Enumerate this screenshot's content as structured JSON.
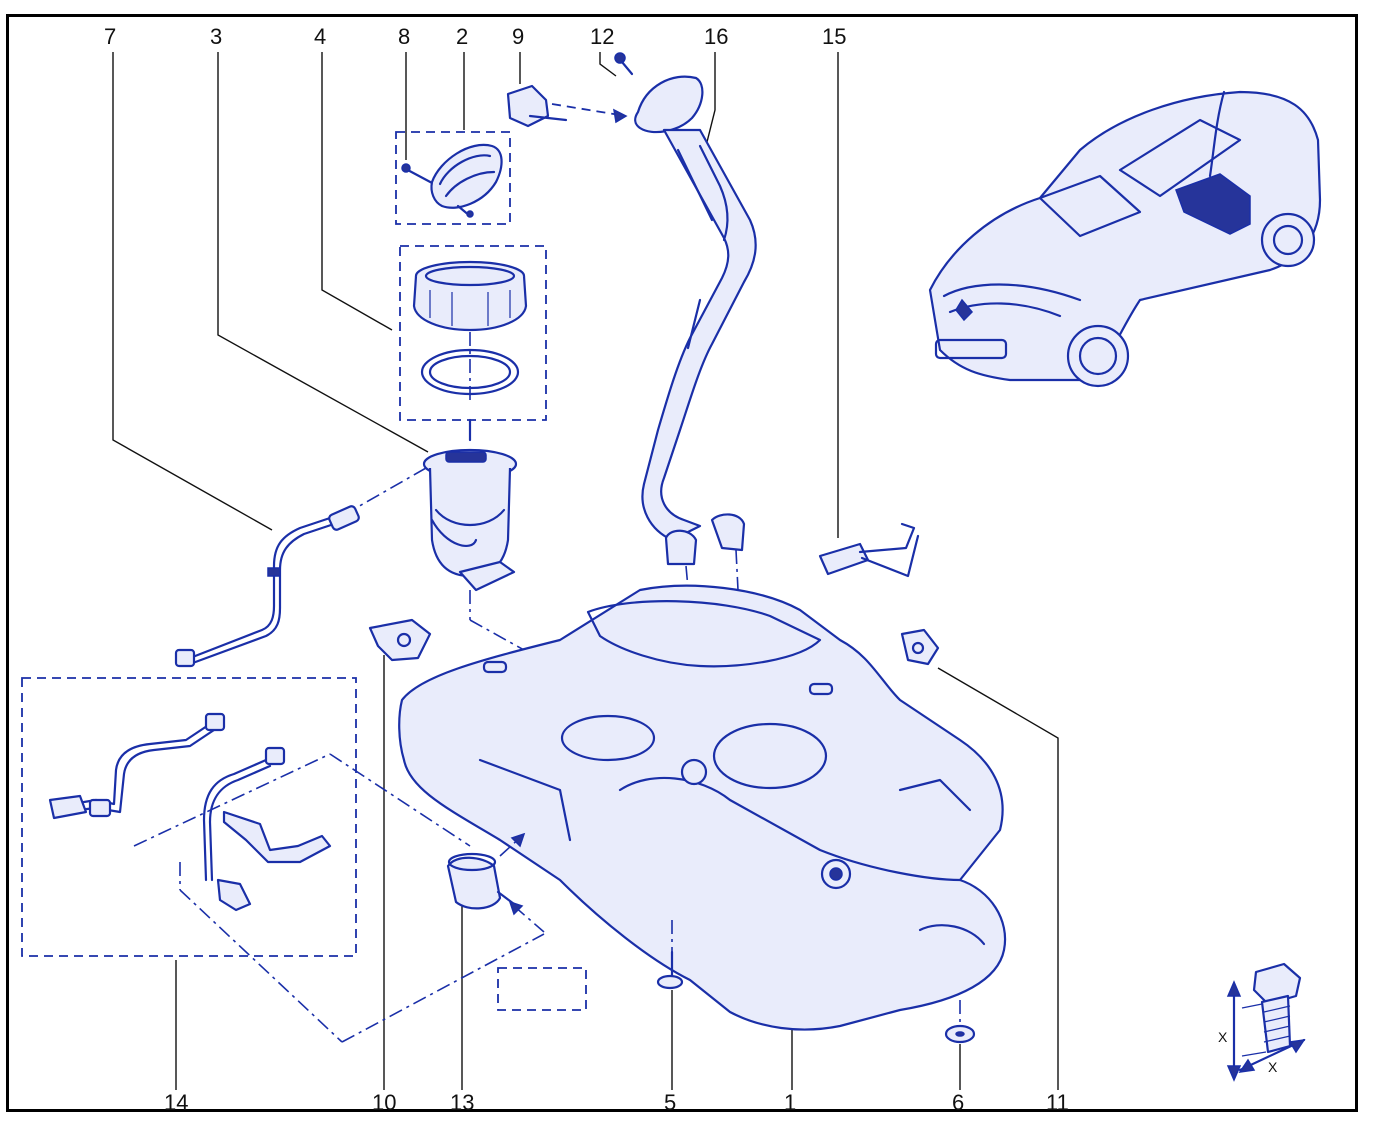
{
  "colors": {
    "line": "#1a2fa8",
    "fill": "#e9ecfb",
    "label": "#111111",
    "frame": "#000000"
  },
  "callouts": {
    "c1": "1",
    "c2": "2",
    "c3": "3",
    "c4": "4",
    "c5": "5",
    "c6": "6",
    "c7": "7",
    "c8": "8",
    "c9": "9",
    "c10": "10",
    "c11": "11",
    "c12": "12",
    "c13": "13",
    "c14": "14",
    "c15": "15",
    "c16": "16"
  },
  "torque_symbol": {
    "dim_vertical": "X",
    "dim_horizontal": "X"
  }
}
